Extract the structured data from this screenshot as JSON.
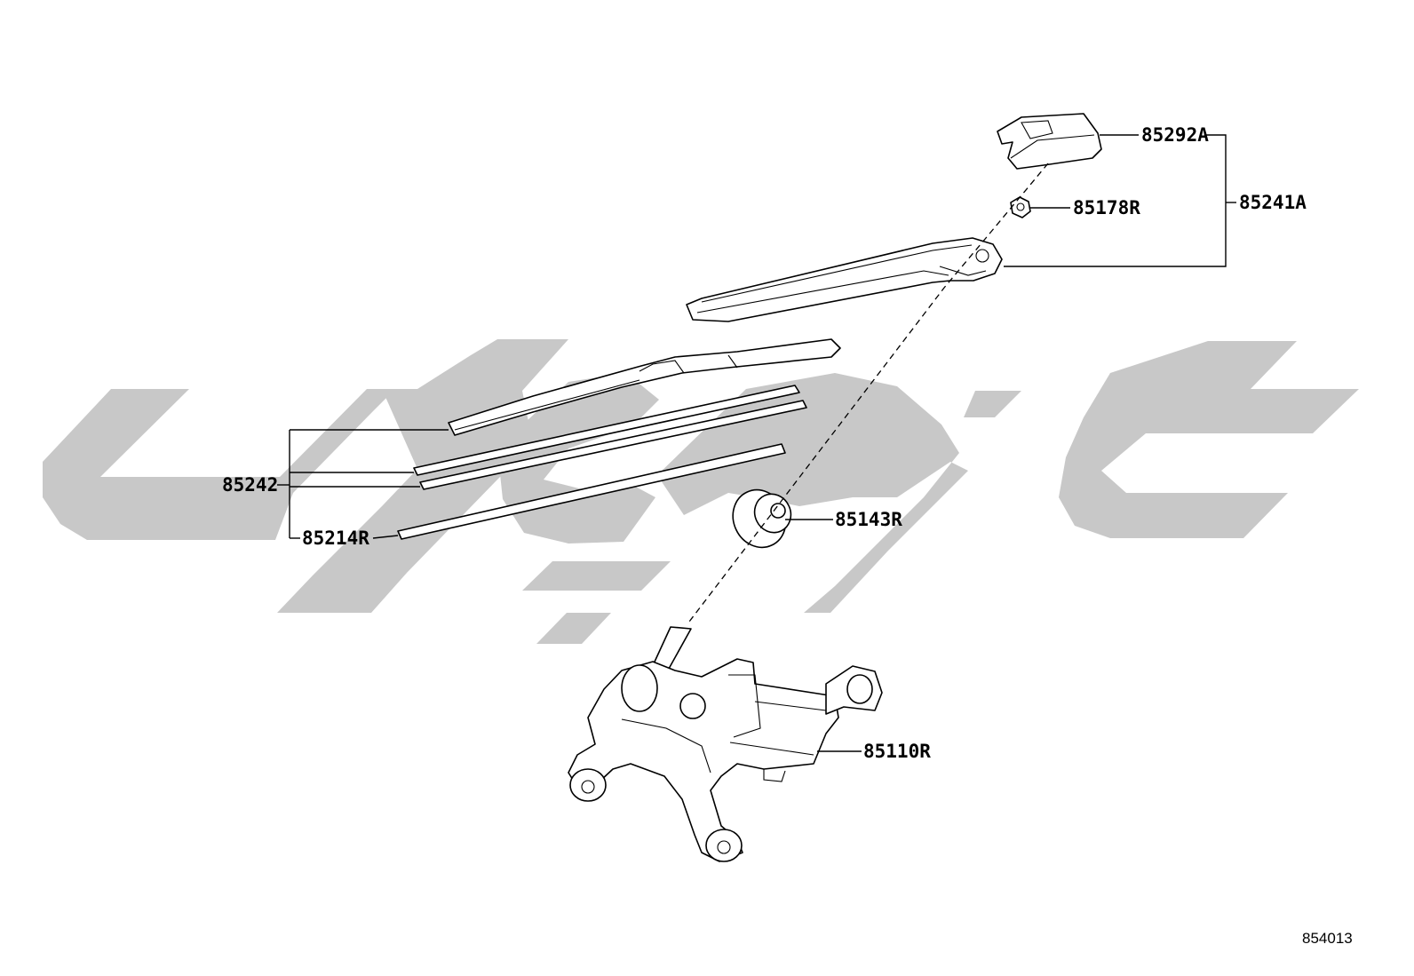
{
  "diagram": {
    "callouts": {
      "wiper_arm_cap": "85292A",
      "arm_assembly": "85241A",
      "arm_nut": "85178R",
      "blade_assembly": "85242",
      "blade_rubber": "85214R",
      "pivot_cap": "85143R",
      "wiper_motor": "85110R"
    },
    "illustration_code": "854013"
  }
}
